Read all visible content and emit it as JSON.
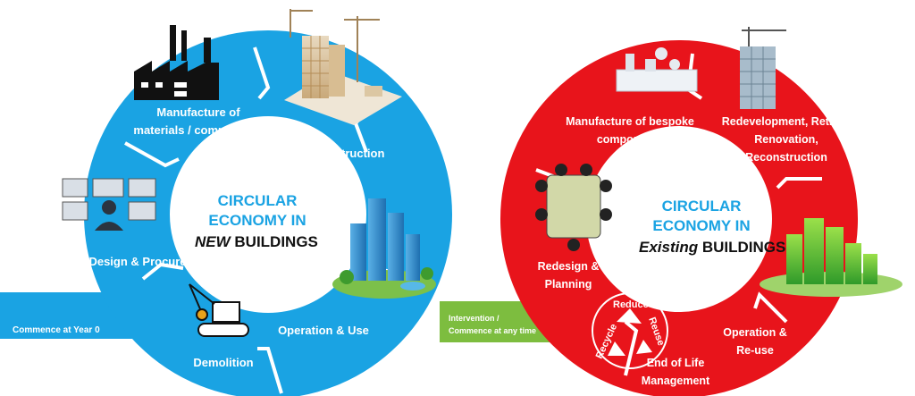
{
  "colors": {
    "new_ring": "#1aa3e3",
    "existing_ring": "#e8141b",
    "center_blue": "#1aa3e3",
    "center_red": "#e8141b",
    "start_green": "#7dbd3f"
  },
  "new_buildings": {
    "center_line1": "CIRCULAR",
    "center_line2": "ECONOMY IN",
    "center_emph": "NEW",
    "center_rest": " BUILDINGS",
    "stages": {
      "manufacture_1": "Manufacture of",
      "manufacture_2": "materials / components",
      "construction": "Construction",
      "operation": "Operation & Use",
      "demolition": "Demolition",
      "design": "Design & Procure"
    },
    "start_label": "Commence at Year 0",
    "icons": [
      "factory-icon",
      "construction-site-icon",
      "city-buildings-icon",
      "crane-excavator-icon",
      "design-monitors-icon"
    ]
  },
  "existing_buildings": {
    "center_line1": "CIRCULAR",
    "center_line2": "ECONOMY IN",
    "center_emph": "Existing",
    "center_rest": " BUILDINGS",
    "stages": {
      "manufacture_1": "Manufacture of bespoke",
      "manufacture_2": "components",
      "redevelopment_1": "Redevelopment, Retrofit",
      "redevelopment_2": "Renovation,",
      "redevelopment_3": "Reconstruction",
      "operation_1": "Operation &",
      "operation_2": "Re-use",
      "end_of_life_1": "End of Life",
      "end_of_life_2": "Management",
      "redesign_1": "Redesign &",
      "redesign_2": "Planning"
    },
    "start_label_1": "Intervention /",
    "start_label_2": "Commence at any time",
    "recycle": {
      "reduce": "Reduce",
      "reuse": "Reuse",
      "recycle": "Recycle"
    },
    "icons": [
      "factory-icon",
      "building-under-construction-icon",
      "green-city-icon",
      "recycle-icon",
      "planning-table-icon"
    ]
  }
}
